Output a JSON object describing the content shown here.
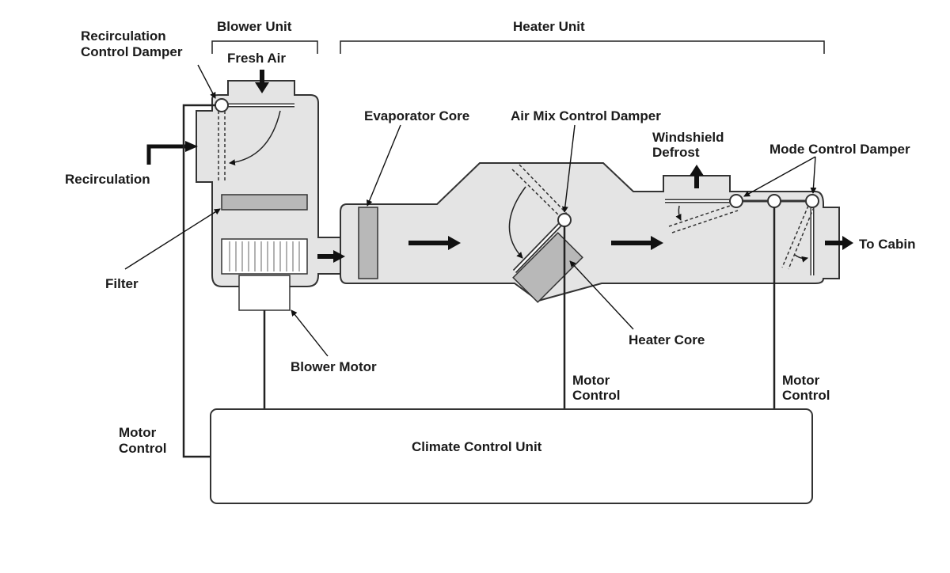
{
  "labels": {
    "blower_unit": "Blower Unit",
    "heater_unit": "Heater Unit",
    "recirc_damper_1": "Recirculation",
    "recirc_damper_2": "Control Damper",
    "fresh_air": "Fresh Air",
    "recirculation": "Recirculation",
    "filter": "Filter",
    "blower_motor": "Blower Motor",
    "evaporator_core": "Evaporator Core",
    "air_mix_damper": "Air Mix Control Damper",
    "windshield_1": "Windshield",
    "windshield_2": "Defrost",
    "mode_damper": "Mode Control Damper",
    "to_cabin": "To Cabin",
    "heater_core": "Heater Core",
    "motor_control_a_1": "Motor",
    "motor_control_a_2": "Control",
    "motor_control_b_1": "Motor",
    "motor_control_b_2": "Control",
    "motor_control_c_1": "Motor",
    "motor_control_c_2": "Control",
    "climate_control_unit": "Climate Control Unit"
  },
  "colors": {
    "duct_fill": "#e4e4e4",
    "component_fill": "#b8b8b8",
    "line": "#222222"
  }
}
